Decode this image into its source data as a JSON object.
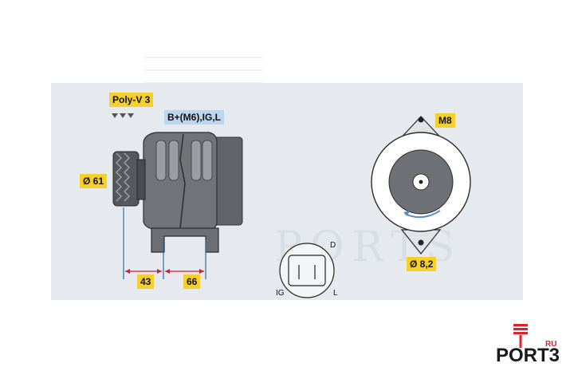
{
  "labels": {
    "belt": "Poly-V 3",
    "terminals": "B+(M6),IG,L",
    "pulley_diameter": "Ø 61",
    "dim_a": "43",
    "dim_b": "66",
    "mount_bolt": "M8",
    "mount_hole": "Ø 8,2"
  },
  "connector": {
    "pin_d": "D",
    "pin_ig": "IG",
    "pin_l": "L"
  },
  "logo": {
    "text": "PORT3",
    "suffix": "RU",
    "accent_color": "#e0202a"
  },
  "colors": {
    "tag_yellow": "#f5d02a",
    "tag_blue": "#bcd6ee",
    "panel_bg": "#e6e9ee",
    "part_gray": "#6e7176",
    "dim_red": "#c0243a",
    "dim_blue": "#2d6ea8"
  }
}
